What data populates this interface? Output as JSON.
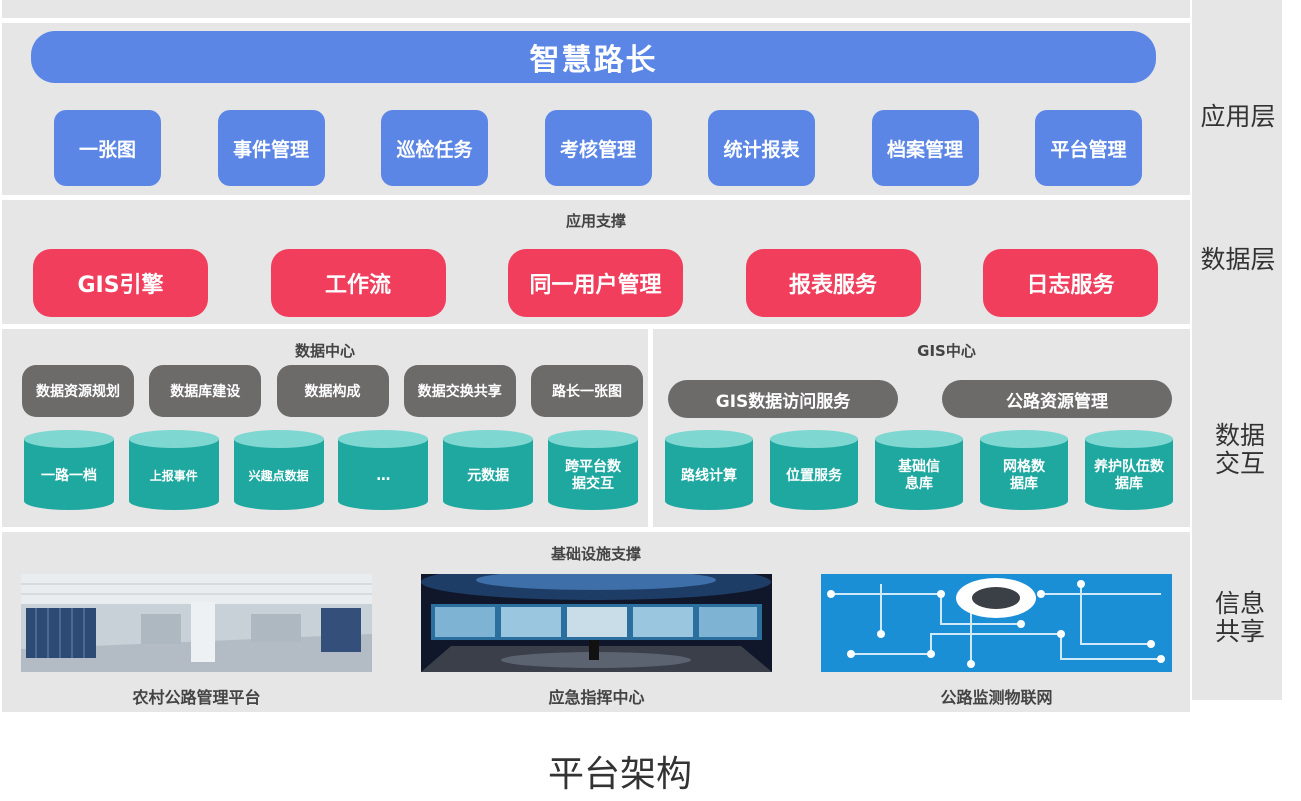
{
  "app_layer": {
    "title": "智慧路长",
    "modules": [
      "一张图",
      "事件管理",
      "巡检任务",
      "考核管理",
      "统计报表",
      "档案管理",
      "平台管理"
    ]
  },
  "support_layer": {
    "title": "应用支撑",
    "services": [
      "GIS引擎",
      "工作流",
      "同一用户管理",
      "报表服务",
      "日志服务"
    ]
  },
  "data_center": {
    "title": "数据中心",
    "items": [
      "数据资源规划",
      "数据库建设",
      "数据构成",
      "数据交换共享",
      "路长一张图"
    ],
    "databases": [
      "一路一档",
      "上报事件",
      "兴趣点数据",
      "…",
      "元数据",
      "跨平台数据交互"
    ]
  },
  "gis_center": {
    "title": "GIS中心",
    "items": [
      "GIS数据访问服务",
      "公路资源管理"
    ],
    "databases": [
      "路线计算",
      "位置服务",
      "基础信息库",
      "网格数据库",
      "养护队伍数据库"
    ]
  },
  "infrastructure": {
    "title": "基础设施支撑",
    "panels": [
      {
        "caption": "农村公路管理平台"
      },
      {
        "caption": "应急指挥中心"
      },
      {
        "caption": "公路监测物联网"
      }
    ]
  },
  "side_labels": [
    "应用层",
    "数据层",
    "数据交互",
    "信息共享"
  ],
  "footer_caption": "平台架构",
  "colors": {
    "panel_bg": "#e6e6e6",
    "blue": "#5b86e6",
    "red": "#f03e5c",
    "gray_pill": "#6d6a6a",
    "teal": "#1fa8a0"
  }
}
